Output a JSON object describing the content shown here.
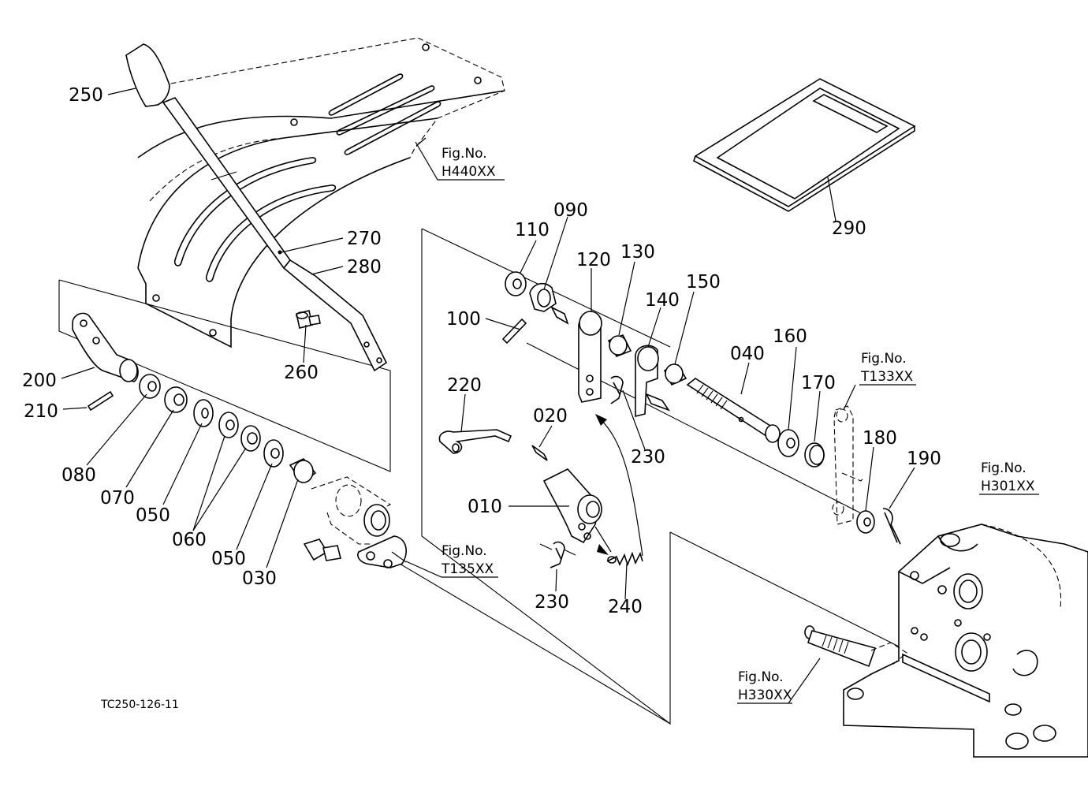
{
  "diagram": {
    "drawing_code": "TC250-126-11",
    "part_labels": [
      "250",
      "270",
      "280",
      "260",
      "200",
      "210",
      "080",
      "070",
      "050",
      "060",
      "050",
      "030",
      "110",
      "090",
      "100",
      "120",
      "130",
      "140",
      "150",
      "230",
      "220",
      "020",
      "010",
      "230",
      "240",
      "040",
      "160",
      "170",
      "180",
      "190",
      "290"
    ],
    "figure_refs": [
      {
        "prefix": "Fig.No.",
        "code": "H440XX"
      },
      {
        "prefix": "Fig.No.",
        "code": "T135XX"
      },
      {
        "prefix": "Fig.No.",
        "code": "T133XX"
      },
      {
        "prefix": "Fig.No.",
        "code": "H301XX"
      },
      {
        "prefix": "Fig.No.",
        "code": "H330XX"
      }
    ]
  }
}
